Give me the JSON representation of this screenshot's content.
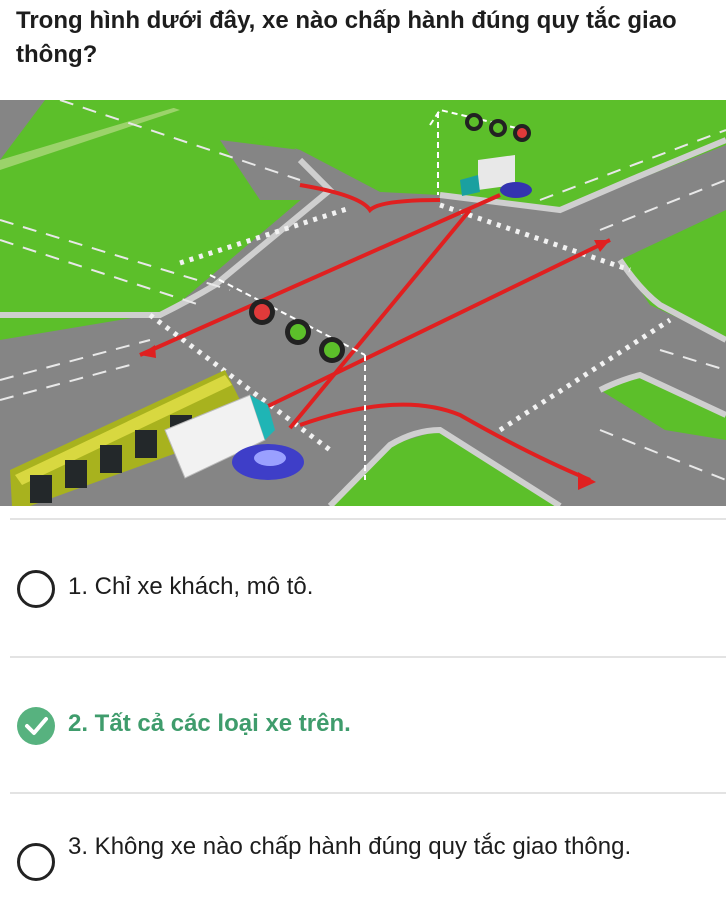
{
  "question": {
    "text": "Trong hình dưới đây, xe nào chấp hành đúng quy tắc giao thông?"
  },
  "answers": [
    {
      "label": "1. Chỉ xe khách, mô tô.",
      "correct": false,
      "selected": false
    },
    {
      "label": "2. Tất cả các loại xe trên.",
      "correct": true,
      "selected": true
    },
    {
      "label": "3. Không xe nào chấp hành đúng quy tắc giao thông.",
      "correct": false,
      "selected": false
    }
  ],
  "colors": {
    "correct": "#57b27f",
    "correct_text": "#3f9c6c",
    "path_arrow": "#e02020",
    "grass": "#5cbf2a",
    "road": "#7d7d7d"
  },
  "icons": {
    "correct_mark": "check-icon"
  }
}
